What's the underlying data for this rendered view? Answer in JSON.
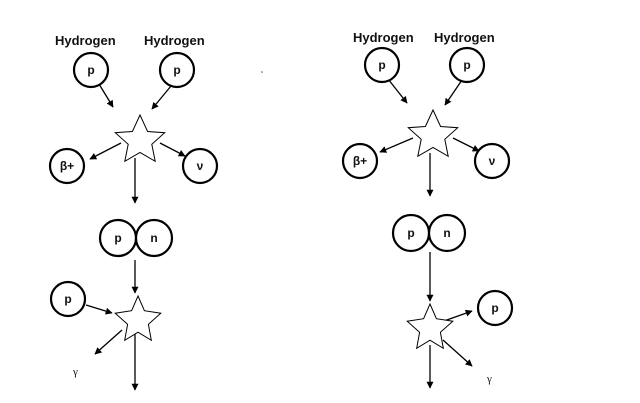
{
  "hydrogen_label": "Hydrogen",
  "particles": {
    "proton": "p",
    "neutron": "n",
    "positron": "β+",
    "neutrino": "ν",
    "gamma": "γ"
  }
}
